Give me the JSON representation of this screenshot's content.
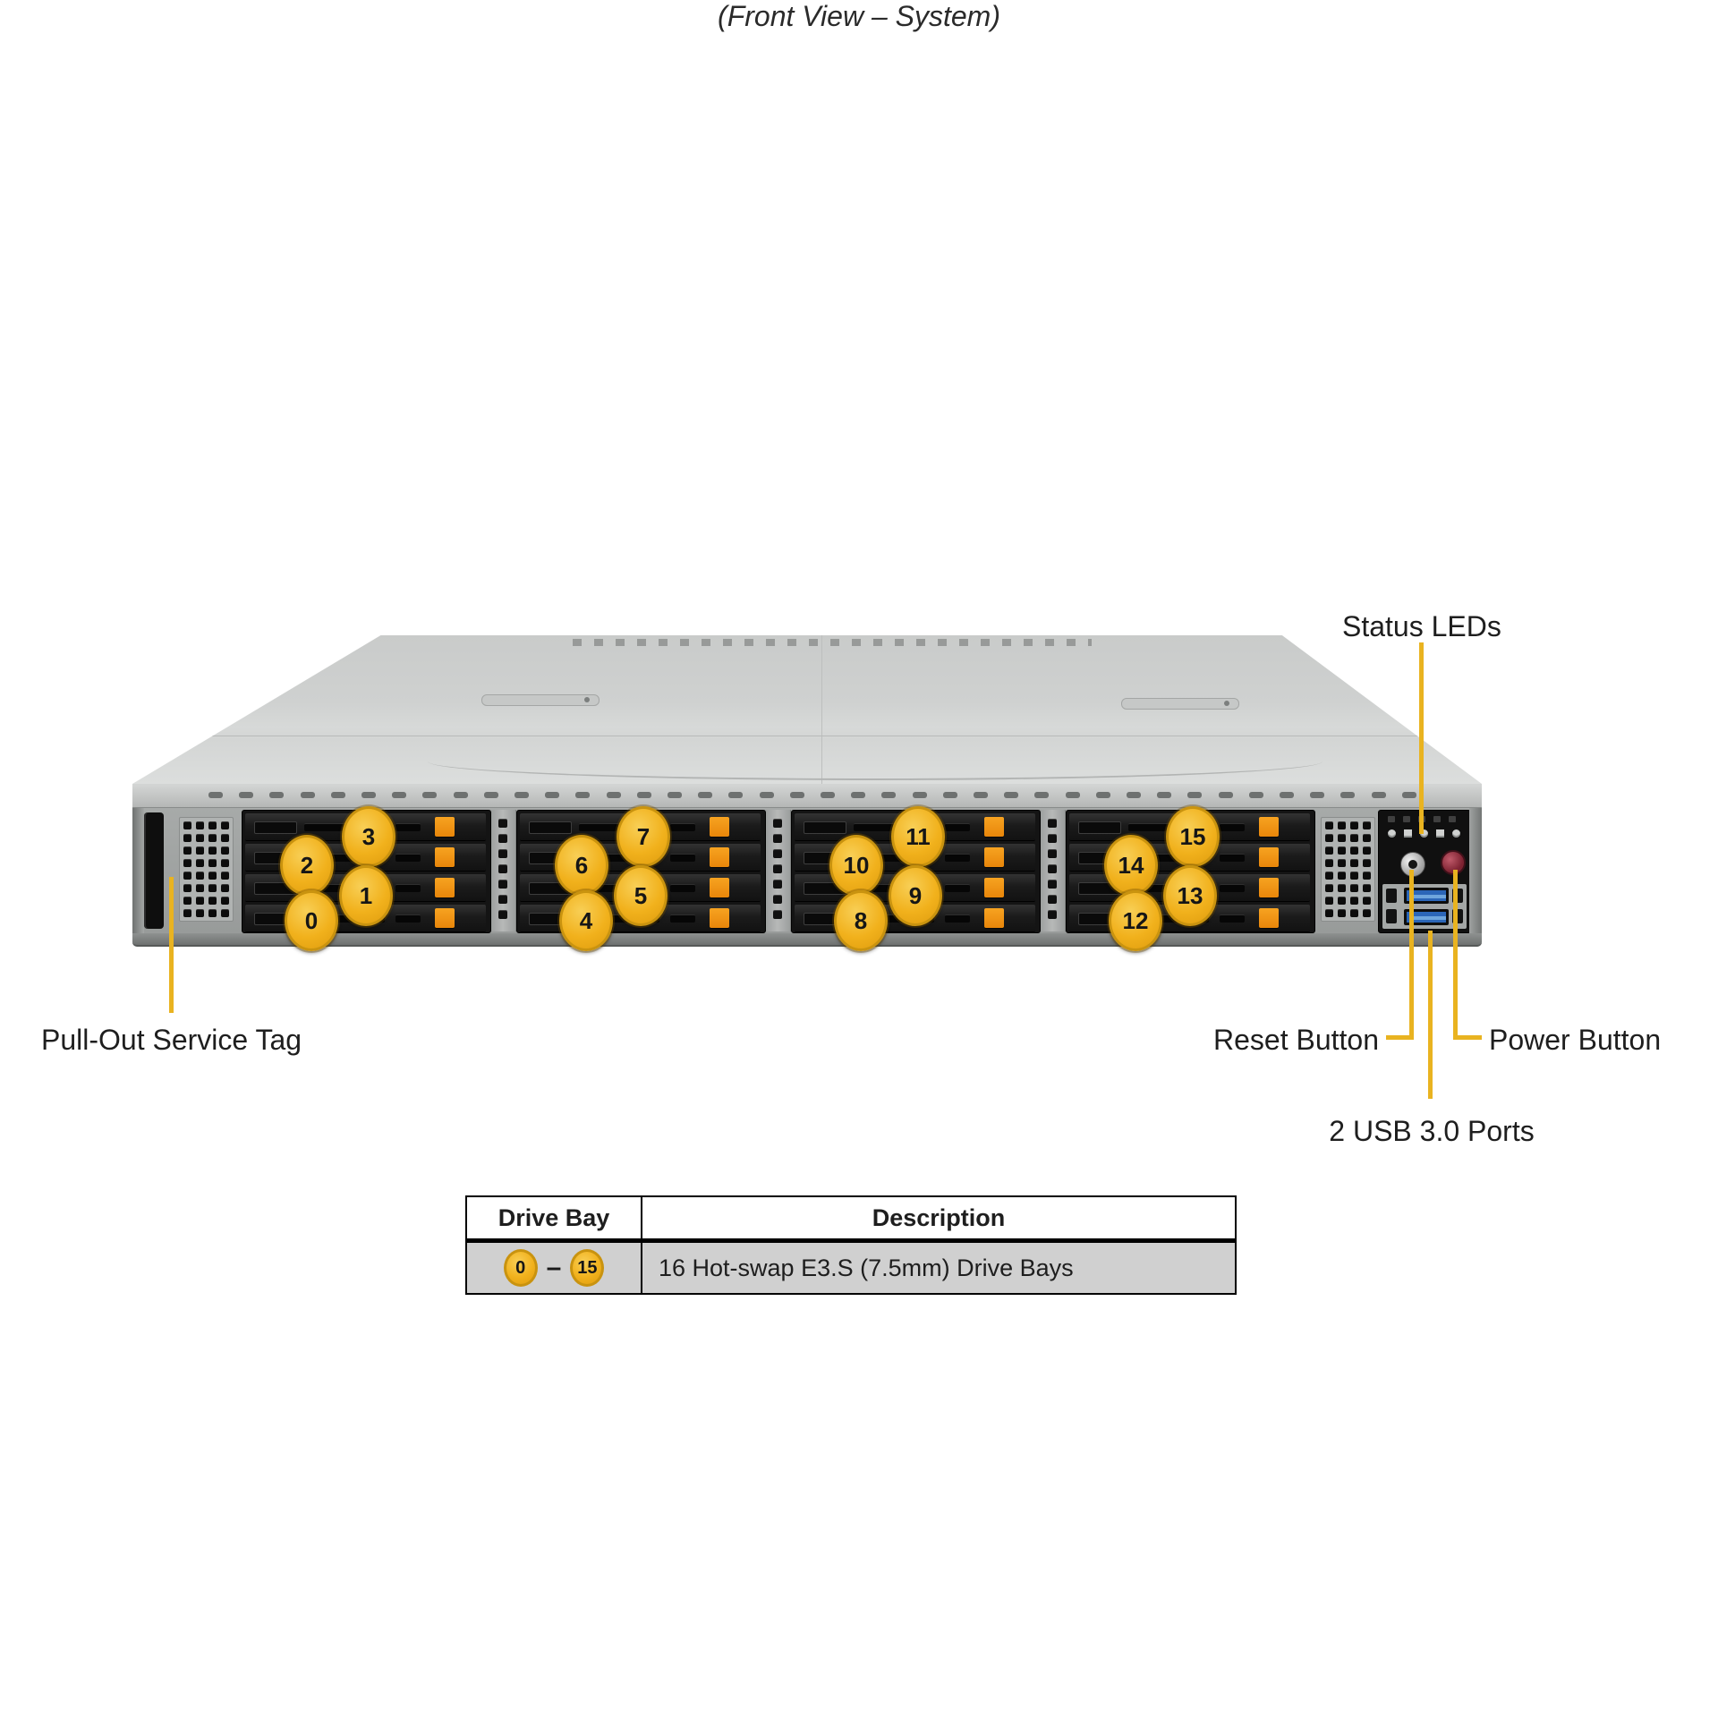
{
  "title": "(Front View – System)",
  "annotations": {
    "status_leds": "Status LEDs",
    "pull_out_service_tag": "Pull-Out Service Tag",
    "reset_button": "Reset Button",
    "power_button": "Power Button",
    "usb_ports": "2 USB 3.0 Ports"
  },
  "chassis": {
    "drive_groups": [
      [
        3,
        2,
        1,
        0
      ],
      [
        7,
        6,
        5,
        4
      ],
      [
        11,
        10,
        9,
        8
      ],
      [
        15,
        14,
        13,
        12
      ]
    ],
    "status_led_count": 5,
    "usb_port_count": 2,
    "icons": [
      "status-led-icon",
      "reset-button-icon",
      "power-button-icon",
      "usb3-port-icon",
      "drive-latch-icon",
      "vent-grid",
      "pull-out-service-tag-icon"
    ]
  },
  "colors": {
    "annotation_line": "#E9B320",
    "bay_badge_fill": "#F1B11C",
    "bay_badge_border": "#C9930F",
    "drive_latch": "#F2950F",
    "usb_blue": "#2B66B8",
    "power_button_red": "#7D2231",
    "table_row_bg": "#D0D0D0"
  },
  "table": {
    "headers": [
      "Drive Bay",
      "Description"
    ],
    "row": {
      "bay_from": "0",
      "dash": "–",
      "bay_to": "15",
      "description": "16 Hot-swap E3.S (7.5mm) Drive Bays"
    }
  }
}
